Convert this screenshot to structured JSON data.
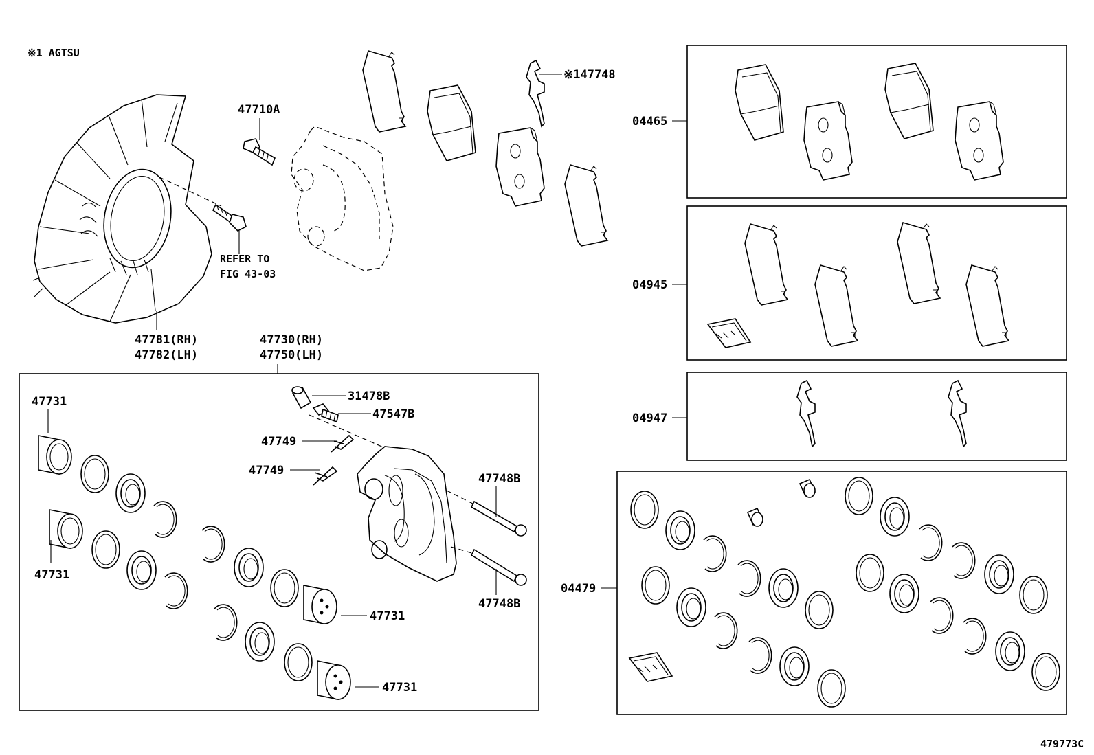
{
  "note": "※1 AGTSU",
  "figure_id": "479773C",
  "reference": {
    "line1": "REFER TO",
    "line2": "FIG 43-03"
  },
  "labels": {
    "p47710A": "47710A",
    "p147748": "※147748",
    "p47781": "47781(RH)",
    "p47782": "47782(LH)",
    "p47730": "47730(RH)",
    "p47750": "47750(LH)",
    "p31478B": "31478B",
    "p47547B": "47547B",
    "p47749a": "47749",
    "p47749b": "47749",
    "p47748Ba": "47748B",
    "p47748Bb": "47748B",
    "p47731a": "47731",
    "p47731b": "47731",
    "p47731c": "47731",
    "p47731d": "47731",
    "k04465": "04465",
    "k04945": "04945",
    "k04947": "04947",
    "k04479": "04479"
  }
}
